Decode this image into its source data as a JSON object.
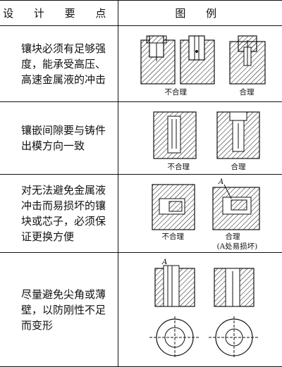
{
  "header": {
    "col1": "设 计 要 点",
    "col2": "图 例"
  },
  "rows": [
    {
      "requirement": "镶块必须有足够强度，能承受高压、高速金属液的冲击",
      "captions": [
        "不合理",
        "合理"
      ]
    },
    {
      "requirement": "镶嵌间隙要与铸件出模方向一致",
      "captions": [
        "不合理",
        "合理"
      ]
    },
    {
      "requirement": "对无法避免金属液冲击而易损坏的镶块或芯子，必须保证更换方便",
      "captions": [
        "不合理",
        "合理",
        "(A处易损坏)"
      ],
      "labels": [
        "A"
      ]
    },
    {
      "requirement": "尽量避免尖角或薄壁，以防刚性不足而变形",
      "captions": [],
      "labels": [
        "A"
      ]
    }
  ]
}
